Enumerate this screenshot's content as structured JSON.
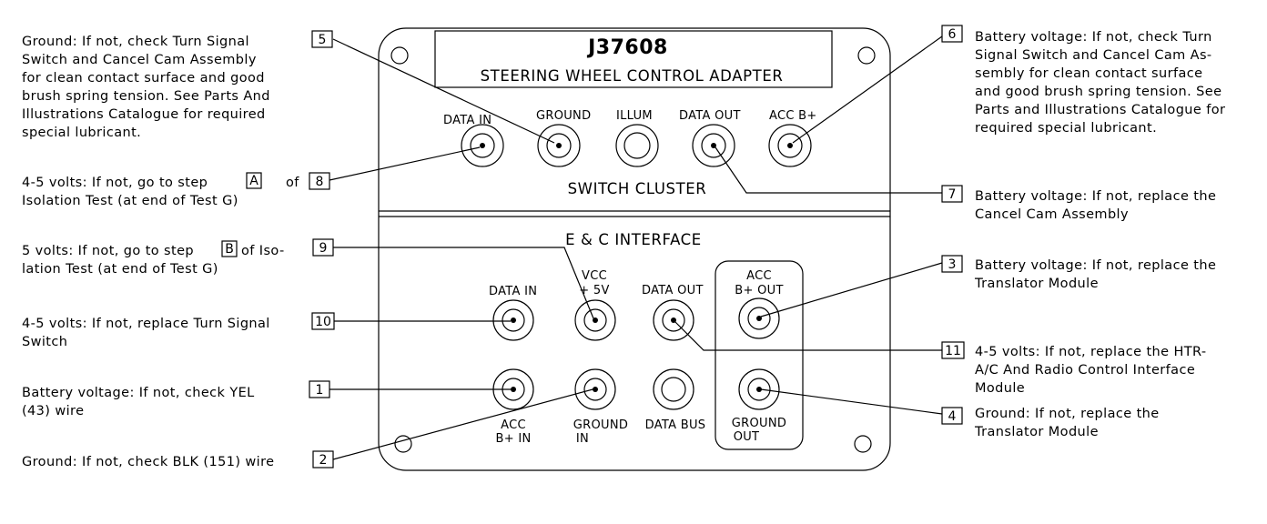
{
  "panel": {
    "model": "J37608",
    "name": "STEERING WHEEL CONTROL ADAPTER",
    "switch_cluster_label": "SWITCH CLUSTER",
    "ec_interface_label": "E & C INTERFACE"
  },
  "jack_labels": {
    "sc_data_in": "DATA IN",
    "sc_ground": "GROUND",
    "sc_illum": "ILLUM",
    "sc_data_out": "DATA OUT",
    "sc_acc_b": "ACC B+",
    "ec_data_in": "DATA IN",
    "ec_vcc_1": "VCC",
    "ec_vcc_2": "+ 5V",
    "ec_data_out": "DATA OUT",
    "ec_acc_out_1": "ACC",
    "ec_acc_out_2": "B+ OUT",
    "ec_acc_in_1": "ACC",
    "ec_acc_in_2": "B+ IN",
    "ec_ground_in_1": "GROUND",
    "ec_ground_in_2": "IN",
    "ec_data_bus": "DATA BUS",
    "ec_ground_out_1": "GROUND",
    "ec_ground_out_2": "OUT"
  },
  "callouts": {
    "c1": {
      "num": "1",
      "lines": [
        "Battery voltage: If not, check YEL",
        "(43) wire"
      ]
    },
    "c2": {
      "num": "2",
      "lines": [
        "Ground: If not, check BLK (151) wire"
      ]
    },
    "c3": {
      "num": "3",
      "lines": [
        "Battery voltage: If not, replace the",
        "Translator Module"
      ]
    },
    "c4": {
      "num": "4",
      "lines": [
        "Ground: If not, replace the",
        "Translator Module"
      ]
    },
    "c5": {
      "num": "5",
      "lines": [
        "Ground: If not, check Turn Signal",
        "Switch and Cancel Cam Assembly",
        "for clean contact surface and good",
        "brush spring tension. See Parts And",
        "Illustrations Catalogue for required",
        "special lubricant."
      ]
    },
    "c6": {
      "num": "6",
      "lines": [
        "Battery voltage: If not, check Turn",
        "Signal Switch and Cancel Cam As-",
        "sembly for clean contact surface",
        "and good brush spring tension. See",
        "Parts and Illustrations Catalogue for",
        "required special lubricant."
      ]
    },
    "c7": {
      "num": "7",
      "lines": [
        "Battery voltage: If not, replace the",
        "Cancel Cam Assembly"
      ]
    },
    "c8": {
      "num": "8",
      "line1_pre": "4-5 volts: If not, go to step",
      "step": "A",
      "line1_post": "of",
      "line2": "Isolation Test (at end of Test G)"
    },
    "c9": {
      "num": "9",
      "line1_pre": "5 volts: If not, go to step",
      "step": "B",
      "line1_post": "of Iso-",
      "line2": "lation Test (at end of Test G)"
    },
    "c10": {
      "num": "10",
      "lines": [
        "4-5 volts: If not, replace Turn Signal",
        "Switch"
      ]
    },
    "c11": {
      "num": "11",
      "lines": [
        "4-5 volts: If not, replace the HTR-",
        "A/C And Radio Control Interface",
        "Module"
      ]
    }
  }
}
